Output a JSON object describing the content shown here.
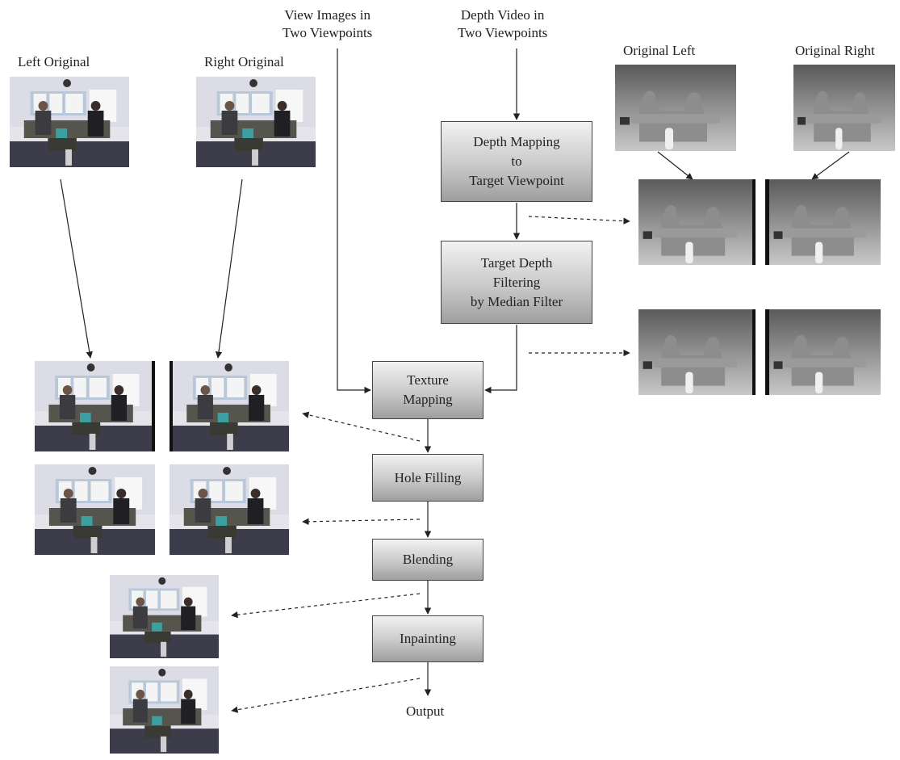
{
  "labels": {
    "left_original": "Left Original",
    "right_original": "Right Original",
    "view_images": "View Images in\nTwo Viewpoints",
    "depth_video": "Depth Video in\nTwo Viewpoints",
    "original_left": "Original Left",
    "original_right": "Original Right",
    "output": "Output"
  },
  "steps": {
    "depth_mapping": "Depth Mapping\nto\nTarget Viewpoint",
    "depth_filtering": "Target Depth\nFiltering\nby Median Filter",
    "texture_mapping": "Texture\nMapping",
    "hole_filling": "Hole Filling",
    "blending": "Blending",
    "inpainting": "Inpainting"
  }
}
